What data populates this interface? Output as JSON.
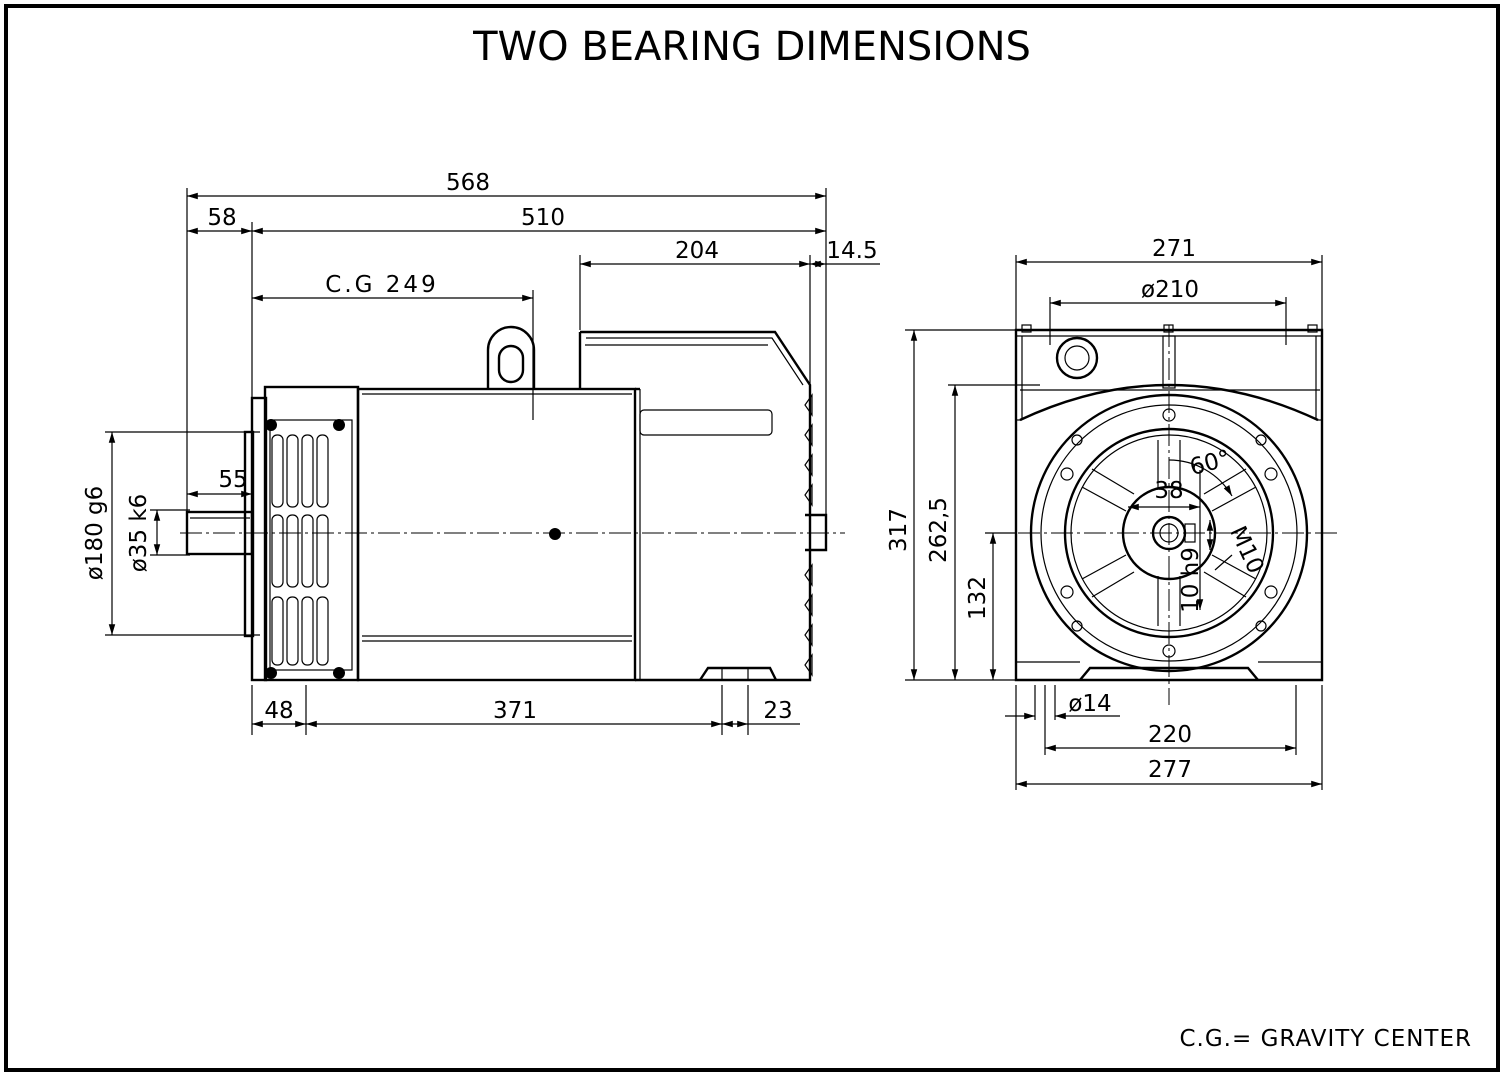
{
  "title": "TWO BEARING DIMENSIONS",
  "footer": "C.G.= GRAVITY CENTER",
  "side_view": {
    "dims": {
      "overall_length": "568",
      "shaft_offset": "58",
      "body_length": "510",
      "rear_section": "204",
      "rear_offset": "14.5",
      "cg": "C.G  249",
      "shaft_length": "55",
      "flange_diameter": "ø180 g6",
      "shaft_diameter": "ø35 k6",
      "foot_offset": "48",
      "foot_spacing": "371",
      "foot_width": "23"
    }
  },
  "end_view": {
    "dims": {
      "width_top": "271",
      "bolt_circle": "ø210",
      "overall_height": "317",
      "mount_height": "262,5",
      "shaft_height": "132",
      "hub_diameter": "38",
      "angle": "60°",
      "thread": "M10",
      "keyway": "10 h9",
      "hole_diameter": "ø14",
      "foot_holes": "220",
      "base_width": "277"
    }
  }
}
